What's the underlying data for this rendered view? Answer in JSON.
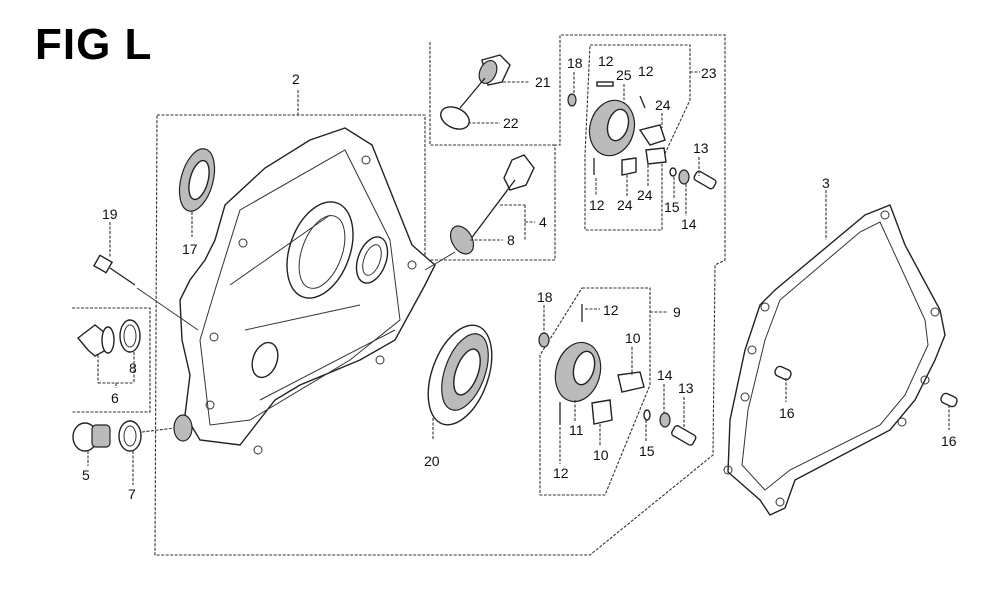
{
  "figure": {
    "title": "FIG L"
  },
  "callouts": [
    {
      "id": "c2",
      "label": "2"
    },
    {
      "id": "c3",
      "label": "3"
    },
    {
      "id": "c4",
      "label": "4"
    },
    {
      "id": "c5",
      "label": "5"
    },
    {
      "id": "c6",
      "label": "6"
    },
    {
      "id": "c7",
      "label": "7"
    },
    {
      "id": "c8a",
      "label": "8"
    },
    {
      "id": "c8b",
      "label": "8"
    },
    {
      "id": "c9",
      "label": "9"
    },
    {
      "id": "c10a",
      "label": "10"
    },
    {
      "id": "c10b",
      "label": "10"
    },
    {
      "id": "c11",
      "label": "11"
    },
    {
      "id": "c12a",
      "label": "12"
    },
    {
      "id": "c12b",
      "label": "12"
    },
    {
      "id": "c12c",
      "label": "12"
    },
    {
      "id": "c12d",
      "label": "12"
    },
    {
      "id": "c12e",
      "label": "12"
    },
    {
      "id": "c13a",
      "label": "13"
    },
    {
      "id": "c13b",
      "label": "13"
    },
    {
      "id": "c14a",
      "label": "14"
    },
    {
      "id": "c14b",
      "label": "14"
    },
    {
      "id": "c15a",
      "label": "15"
    },
    {
      "id": "c15b",
      "label": "15"
    },
    {
      "id": "c16a",
      "label": "16"
    },
    {
      "id": "c16b",
      "label": "16"
    },
    {
      "id": "c17",
      "label": "17"
    },
    {
      "id": "c18a",
      "label": "18"
    },
    {
      "id": "c18b",
      "label": "18"
    },
    {
      "id": "c19",
      "label": "19"
    },
    {
      "id": "c20",
      "label": "20"
    },
    {
      "id": "c21",
      "label": "21"
    },
    {
      "id": "c22",
      "label": "22"
    },
    {
      "id": "c23",
      "label": "23"
    },
    {
      "id": "c24a",
      "label": "24"
    },
    {
      "id": "c24b",
      "label": "24"
    },
    {
      "id": "c24c",
      "label": "24"
    },
    {
      "id": "c25",
      "label": "25"
    }
  ],
  "parts": [
    {
      "ref": "2",
      "name": "crankcase-cover"
    },
    {
      "ref": "3",
      "name": "crankcase-cover-gasket"
    },
    {
      "ref": "4",
      "name": "oil-level-gauge"
    },
    {
      "ref": "5",
      "name": "drain-plug-bolt"
    },
    {
      "ref": "6",
      "name": "oil-filler-cap"
    },
    {
      "ref": "7",
      "name": "drain-plug-washer"
    },
    {
      "ref": "8",
      "name": "o-ring"
    },
    {
      "ref": "9",
      "name": "governor-assembly"
    },
    {
      "ref": "10",
      "name": "governor-weight"
    },
    {
      "ref": "11",
      "name": "governor-gear"
    },
    {
      "ref": "12",
      "name": "pin"
    },
    {
      "ref": "13",
      "name": "governor-shaft"
    },
    {
      "ref": "14",
      "name": "washer"
    },
    {
      "ref": "15",
      "name": "clip"
    },
    {
      "ref": "16",
      "name": "dowel-pin"
    },
    {
      "ref": "17",
      "name": "oil-seal"
    },
    {
      "ref": "18",
      "name": "washer-small"
    },
    {
      "ref": "19",
      "name": "flange-bolt"
    },
    {
      "ref": "20",
      "name": "radial-ball-bearing"
    },
    {
      "ref": "21",
      "name": "oil-level-switch"
    },
    {
      "ref": "22",
      "name": "o-ring-switch"
    },
    {
      "ref": "23",
      "name": "governor-assembly-alt"
    },
    {
      "ref": "24",
      "name": "governor-weight-alt"
    },
    {
      "ref": "25",
      "name": "governor-gear-alt"
    }
  ]
}
